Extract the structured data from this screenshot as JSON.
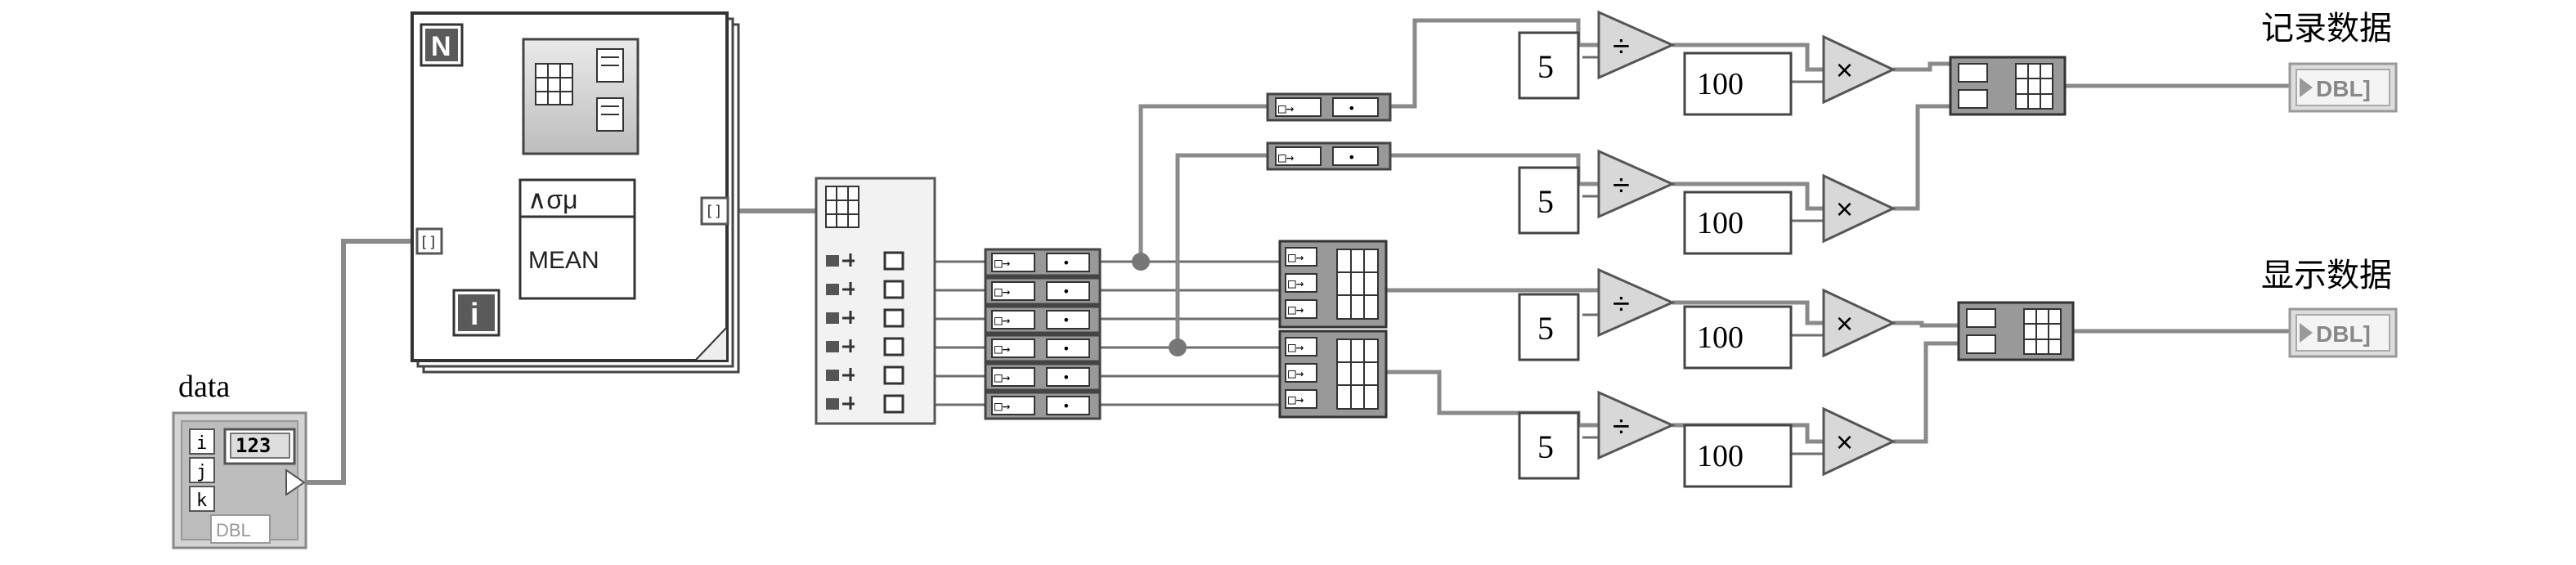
{
  "labels": {
    "data": "data",
    "record": "记录数据",
    "display": "显示数据"
  },
  "loop": {
    "count_terminal": "N",
    "iteration_terminal": "i",
    "stats_icon": "∧σμ",
    "stats_mode": "MEAN"
  },
  "control": {
    "index_labels": [
      "i",
      "j",
      "k"
    ],
    "value_box": "123",
    "type": "DBL"
  },
  "indicators": {
    "type": "DBL]"
  },
  "constants": {
    "divisor": "5",
    "multiplier": "100"
  },
  "operators": {
    "divide": "÷",
    "multiply": "×"
  },
  "wire_colors": {
    "dbl_array": "#8a8a8a",
    "scalar": "#707070"
  }
}
